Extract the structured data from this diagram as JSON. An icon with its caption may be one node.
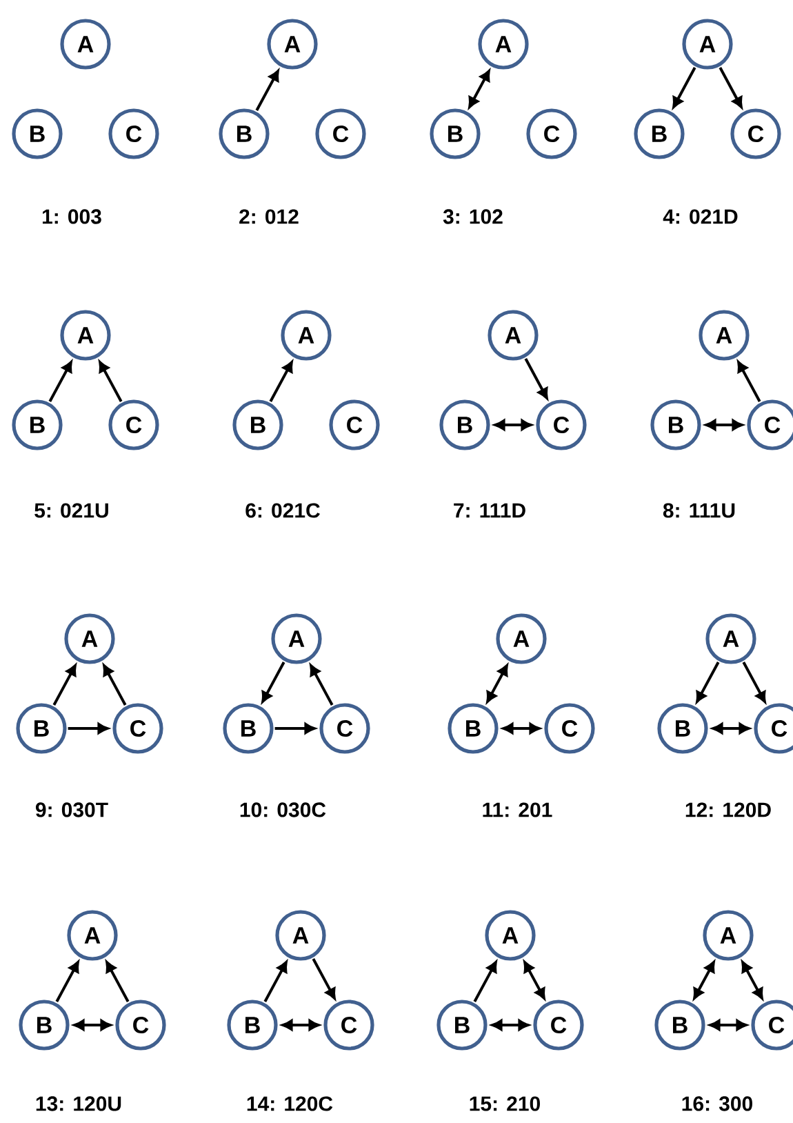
{
  "diagram": {
    "nodes": [
      {
        "text": [
          "A"
        ]
      },
      {
        "text": [
          "B"
        ]
      },
      {
        "text": [
          "C"
        ]
      },
      {
        "text": [
          "A"
        ]
      },
      {
        "text": [
          "B"
        ]
      },
      {
        "text": [
          "C"
        ]
      },
      {
        "text": [
          "A"
        ]
      },
      {
        "text": [
          "B"
        ]
      },
      {
        "text": [
          "C"
        ]
      },
      {
        "text": [
          "A"
        ]
      },
      {
        "text": [
          "B"
        ]
      },
      {
        "text": [
          "C"
        ]
      },
      {
        "text": [
          "A"
        ]
      },
      {
        "text": [
          "B"
        ]
      },
      {
        "text": [
          "C"
        ]
      },
      {
        "text": [
          "A"
        ]
      },
      {
        "text": [
          "B"
        ]
      },
      {
        "text": [
          "C"
        ]
      },
      {
        "text": [
          "A"
        ]
      },
      {
        "text": [
          "B"
        ]
      },
      {
        "text": [
          "C"
        ]
      },
      {
        "text": [
          "A"
        ]
      },
      {
        "text": [
          "B"
        ]
      },
      {
        "text": [
          "C"
        ]
      },
      {
        "text": [
          "A"
        ]
      },
      {
        "text": [
          "B"
        ]
      },
      {
        "text": [
          "C"
        ]
      },
      {
        "text": [
          "A"
        ]
      },
      {
        "text": [
          "B"
        ]
      },
      {
        "text": [
          "C"
        ]
      },
      {
        "text": [
          "A"
        ]
      },
      {
        "text": [
          "B"
        ]
      },
      {
        "text": [
          "C"
        ]
      },
      {
        "text": [
          "A"
        ]
      },
      {
        "text": [
          "B"
        ]
      },
      {
        "text": [
          "C"
        ]
      },
      {
        "text": [
          "A"
        ]
      },
      {
        "text": [
          "B"
        ]
      },
      {
        "text": [
          "C"
        ]
      },
      {
        "text": [
          "A"
        ]
      },
      {
        "text": [
          "B"
        ]
      },
      {
        "text": [
          "C"
        ]
      },
      {
        "text": [
          "A"
        ]
      },
      {
        "text": [
          "B"
        ]
      },
      {
        "text": [
          "C"
        ]
      },
      {
        "text": [
          "A"
        ]
      },
      {
        "text": [
          "B"
        ]
      },
      {
        "text": [
          "C"
        ]
      }
    ],
    "edges": [
      {
        "from": 4,
        "to": 3,
        "arrow": "to"
      },
      {
        "from": 7,
        "to": 6,
        "arrow": "both"
      },
      {
        "from": 9,
        "to": 10,
        "arrow": "to"
      },
      {
        "from": 9,
        "to": 11,
        "arrow": "to"
      },
      {
        "from": 13,
        "to": 12,
        "arrow": "to"
      },
      {
        "from": 14,
        "to": 12,
        "arrow": "to"
      },
      {
        "from": 16,
        "to": 15,
        "arrow": "to"
      },
      {
        "from": 18,
        "to": 20,
        "arrow": "to"
      },
      {
        "from": 19,
        "to": 20,
        "arrow": "both"
      },
      {
        "from": 23,
        "to": 21,
        "arrow": "to"
      },
      {
        "from": 22,
        "to": 23,
        "arrow": "both"
      },
      {
        "from": 25,
        "to": 24,
        "arrow": "to"
      },
      {
        "from": 26,
        "to": 24,
        "arrow": "to"
      },
      {
        "from": 25,
        "to": 26,
        "arrow": "to"
      },
      {
        "from": 27,
        "to": 28,
        "arrow": "to"
      },
      {
        "from": 29,
        "to": 27,
        "arrow": "to"
      },
      {
        "from": 28,
        "to": 29,
        "arrow": "to"
      },
      {
        "from": 31,
        "to": 30,
        "arrow": "both"
      },
      {
        "from": 31,
        "to": 32,
        "arrow": "both"
      },
      {
        "from": 33,
        "to": 34,
        "arrow": "to"
      },
      {
        "from": 33,
        "to": 35,
        "arrow": "to"
      },
      {
        "from": 34,
        "to": 35,
        "arrow": "both"
      },
      {
        "from": 37,
        "to": 36,
        "arrow": "to"
      },
      {
        "from": 38,
        "to": 36,
        "arrow": "to"
      },
      {
        "from": 37,
        "to": 38,
        "arrow": "both"
      },
      {
        "from": 40,
        "to": 39,
        "arrow": "to"
      },
      {
        "from": 39,
        "to": 41,
        "arrow": "to"
      },
      {
        "from": 40,
        "to": 41,
        "arrow": "both"
      },
      {
        "from": 43,
        "to": 42,
        "arrow": "to"
      },
      {
        "from": 42,
        "to": 44,
        "arrow": "both"
      },
      {
        "from": 43,
        "to": 44,
        "arrow": "both"
      },
      {
        "from": 46,
        "to": 45,
        "arrow": "both"
      },
      {
        "from": 45,
        "to": 47,
        "arrow": "both"
      },
      {
        "from": 46,
        "to": 47,
        "arrow": "both"
      }
    ],
    "labels": [
      "1: 003",
      "2: 012",
      "3: 102",
      "4: 021D",
      "5: 021U",
      "6: 021C",
      "7: 111D",
      "8: 111U",
      "9: 030T",
      "10: 030C",
      "11: 201",
      "12: 120D",
      "13: 120U",
      "14: 120C",
      "15: 210",
      "16: 300"
    ]
  }
}
